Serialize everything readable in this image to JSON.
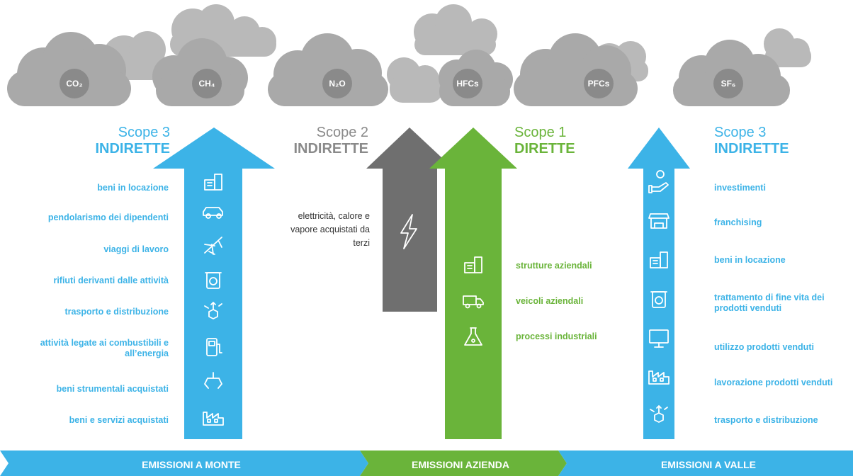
{
  "gases": [
    "CO₂",
    "CH₄",
    "N₂O",
    "HFCs",
    "PFCs",
    "SF₆"
  ],
  "scope3_left": {
    "title": "Scope 3",
    "subtitle": "INDIRETTE",
    "items": [
      "beni in locazione",
      "pendolarismo dei dipendenti",
      "viaggi di lavoro",
      "rifiuti derivanti dalle attività",
      "trasporto e distribuzione",
      "attività legate ai combustibili e all’energia",
      "beni strumentali acquistati",
      "beni e servizi acquistati"
    ],
    "icons": [
      "building-icon",
      "car-icon",
      "airplane-icon",
      "recycle-bin-icon",
      "box-arrows-icon",
      "fuel-pump-icon",
      "claw-icon",
      "factory-icon"
    ]
  },
  "scope2": {
    "title": "Scope 2",
    "subtitle": "INDIRETTE",
    "description": "elettricità, calore e vapore acquistati da terzi",
    "icon": "lightning-icon"
  },
  "scope1": {
    "title": "Scope 1",
    "subtitle": "DIRETTE",
    "items": [
      "strutture aziendali",
      "veicoli aziendali",
      "processi industriali"
    ],
    "icons": [
      "building-icon",
      "truck-icon",
      "flask-icon"
    ]
  },
  "scope3_right": {
    "title": "Scope 3",
    "subtitle": "INDIRETTE",
    "items": [
      "investimenti",
      "franchising",
      "beni in locazione",
      "trattamento di fine vita dei prodotti venduti",
      "utilizzo prodotti venduti",
      "lavorazione prodotti venduti",
      "trasporto e distribuzione"
    ],
    "icons": [
      "hand-coin-icon",
      "store-icon",
      "building-icon",
      "recycle-bin-icon",
      "monitor-icon",
      "factory-icon",
      "box-arrows-icon"
    ]
  },
  "bands": {
    "upstream": "EMISSIONI A MONTE",
    "company": "EMISSIONI AZIENDA",
    "downstream": "EMISSIONI A VALLE"
  },
  "colors": {
    "blue": "#3cb3e7",
    "green": "#6ab43a",
    "grey": "#6f6f6f",
    "cloud": "#b8b8b8",
    "circle": "#8a8a8a"
  }
}
